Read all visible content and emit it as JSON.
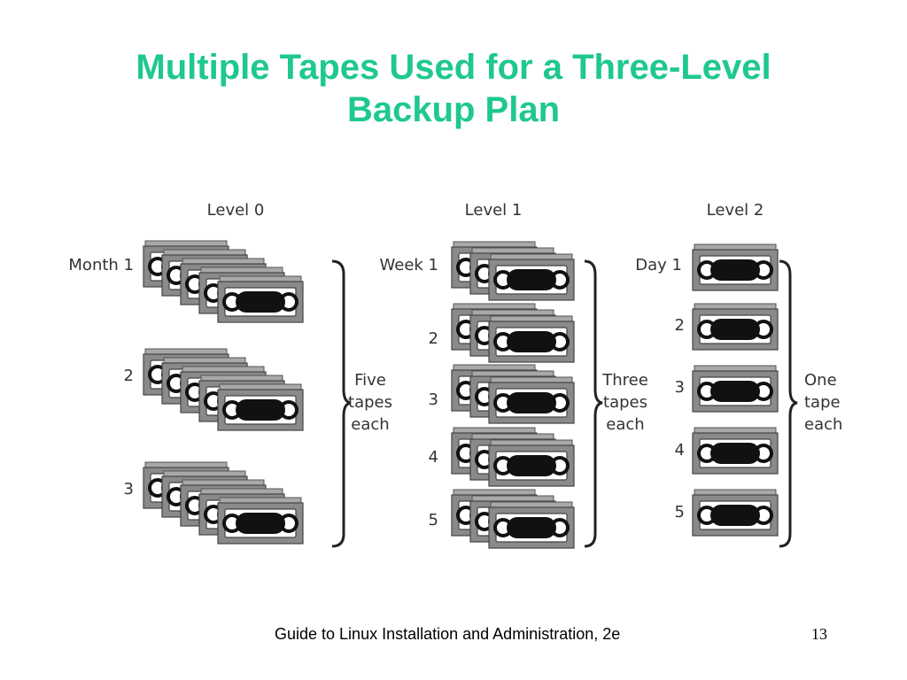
{
  "title": {
    "line1": "Multiple Tapes Used for a Three-Level",
    "line2": "Backup Plan"
  },
  "levels": [
    {
      "heading": "Level 0",
      "rows": [
        "Month 1",
        "2",
        "3"
      ],
      "tapes_per_row": 5,
      "brace_label": [
        "Five",
        "tapes",
        "each"
      ]
    },
    {
      "heading": "Level 1",
      "rows": [
        "Week 1",
        "2",
        "3",
        "4",
        "5"
      ],
      "tapes_per_row": 3,
      "brace_label": [
        "Three",
        "tapes",
        "each"
      ]
    },
    {
      "heading": "Level 2",
      "rows": [
        "Day 1",
        "2",
        "3",
        "4",
        "5"
      ],
      "tapes_per_row": 1,
      "brace_label": [
        "One",
        "tape",
        "each"
      ]
    }
  ],
  "footer": {
    "text": "Guide to Linux Installation and Administration, 2e",
    "page": "13"
  },
  "colors": {
    "title": "#1ec88e",
    "tape_body": "#8a8a8a",
    "tape_inner": "#ffffff",
    "tape_spool": "#111111"
  },
  "icons": {
    "tape": "vhs-cassette-icon",
    "brace": "right-curly-brace"
  }
}
